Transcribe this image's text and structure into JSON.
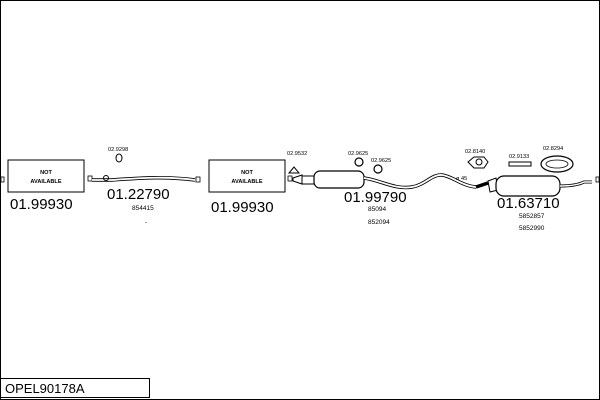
{
  "title": "OPEL90178A",
  "na_boxes": [
    {
      "line1": "NOT",
      "line2": "AVAILABLE",
      "code": "01.99930"
    },
    {
      "line1": "NOT",
      "line2": "AVAILABLE",
      "code": "01.99930"
    }
  ],
  "parts": {
    "pipe_front_code": "01.22790",
    "pipe_front_sub": "854415",
    "pipe_front_dot": "-",
    "mid_code": "01.99790",
    "mid_sub1": "85094",
    "mid_sub2": "852094",
    "rear_code": "01.63710",
    "rear_sub1": "5852857",
    "rear_sub2": "5852990"
  },
  "small_parts": {
    "p1": "02.9298",
    "p2": "02.9532",
    "p3": "02.9625",
    "p4": "02.9625",
    "p5": "02.8140",
    "p6": "02.9133",
    "p7": "02.8294",
    "diameter": "ø 45"
  }
}
